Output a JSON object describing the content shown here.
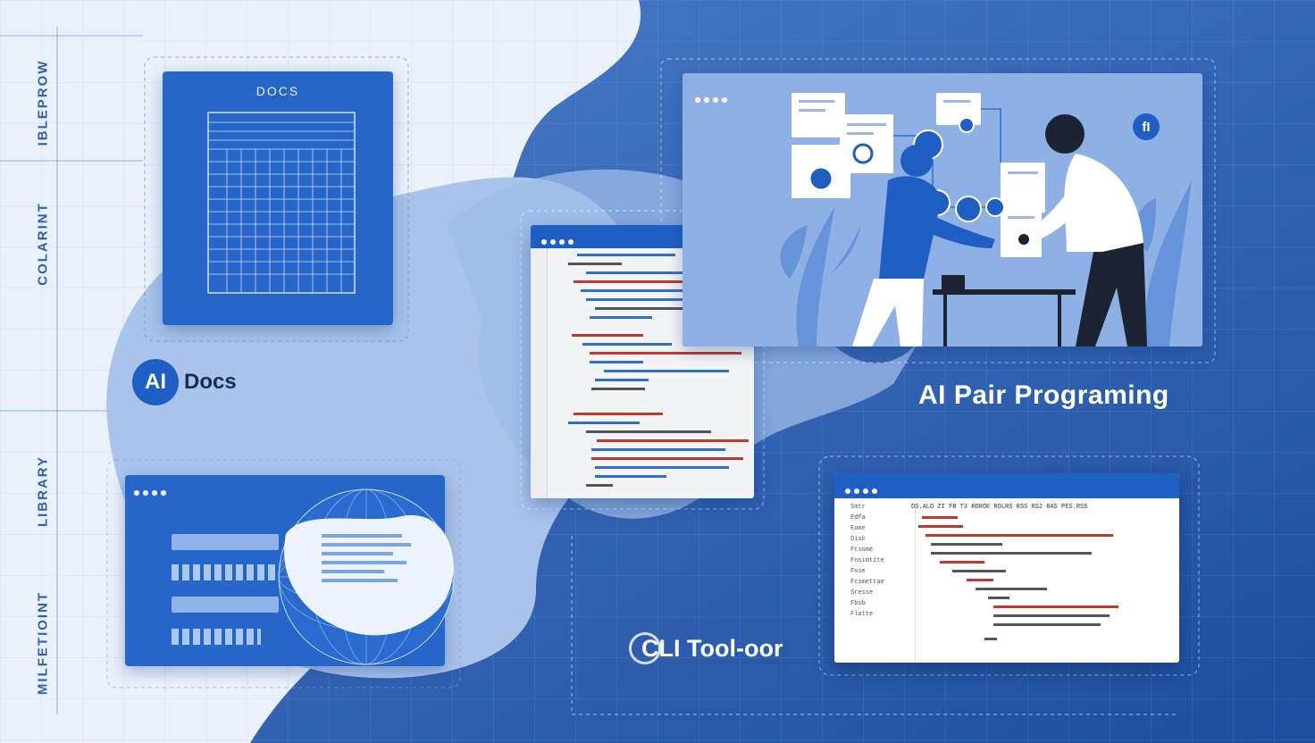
{
  "vertical_labels": {
    "top": "IBLEPROW",
    "middle_upper": "COLARINT",
    "middle_lower": "LIBRARY",
    "bottom": "MILFETIOINT"
  },
  "docs_card": {
    "title": "DOCS"
  },
  "ai_docs": {
    "badge": "AI",
    "label": "Docs"
  },
  "pair_programming": {
    "title": "AI Pair Programing",
    "badge": "fI"
  },
  "cli_tool": {
    "label": "CLI Tool-oor"
  },
  "cli_window": {
    "header": "DS.ALO  ZI  FB  T3  ROROE  ROLRS  RSS  RS2  RAS  PES.RSS"
  },
  "colors": {
    "accent": "#1f5fc4",
    "dark_blue": "#1d4f9f",
    "light_bg": "#e9f0fa",
    "code_red": "#c0392b",
    "code_blue": "#2e6fd1"
  }
}
